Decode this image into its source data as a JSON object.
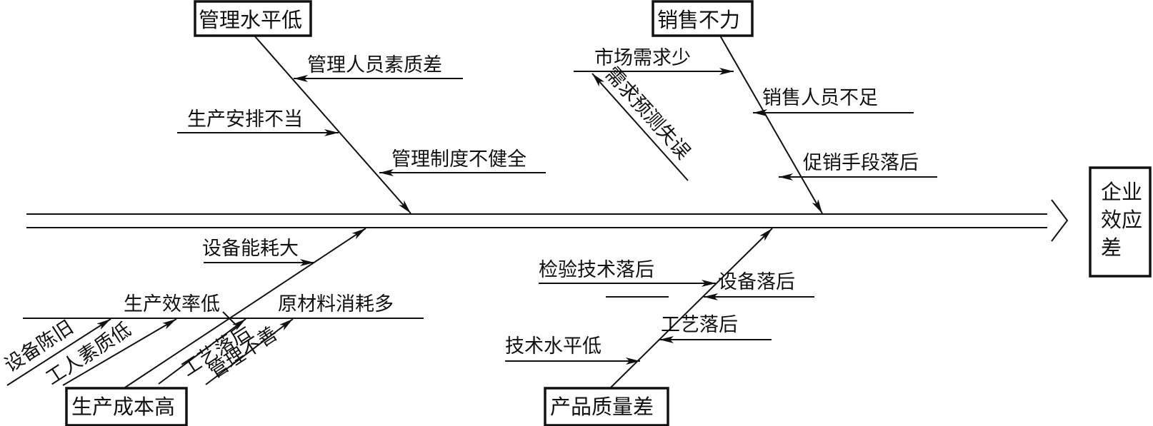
{
  "diagram": {
    "type": "fishbone",
    "effect": {
      "lines": [
        "企业",
        "效应",
        "差"
      ],
      "text": "企业效应差"
    },
    "categories": [
      {
        "id": "management",
        "label": "管理水平低",
        "causes": [
          "管理人员素质差",
          "生产安排不当",
          "管理制度不健全"
        ]
      },
      {
        "id": "sales",
        "label": "销售不力",
        "causes": [
          "市场需求少",
          "销售人员不足",
          "促销手段落后"
        ],
        "sub_causes": [
          {
            "parent": "市场需求少",
            "label": "需求预测失误"
          }
        ]
      },
      {
        "id": "cost",
        "label": "生产成本高",
        "causes": [
          "设备能耗大",
          "生产效率低",
          "原材料消耗多"
        ],
        "sub_causes": [
          {
            "parent": "生产效率低",
            "label": "设备陈旧"
          },
          {
            "parent": "生产效率低",
            "label": "工人素质低"
          },
          {
            "parent": "原材料消耗多",
            "label": "工艺落后"
          },
          {
            "parent": "原材料消耗多",
            "label": "管理不善"
          }
        ]
      },
      {
        "id": "quality",
        "label": "产品质量差",
        "causes": [
          "检验技术落后",
          "设备落后",
          "工艺落后",
          "技术水平低"
        ]
      }
    ]
  }
}
